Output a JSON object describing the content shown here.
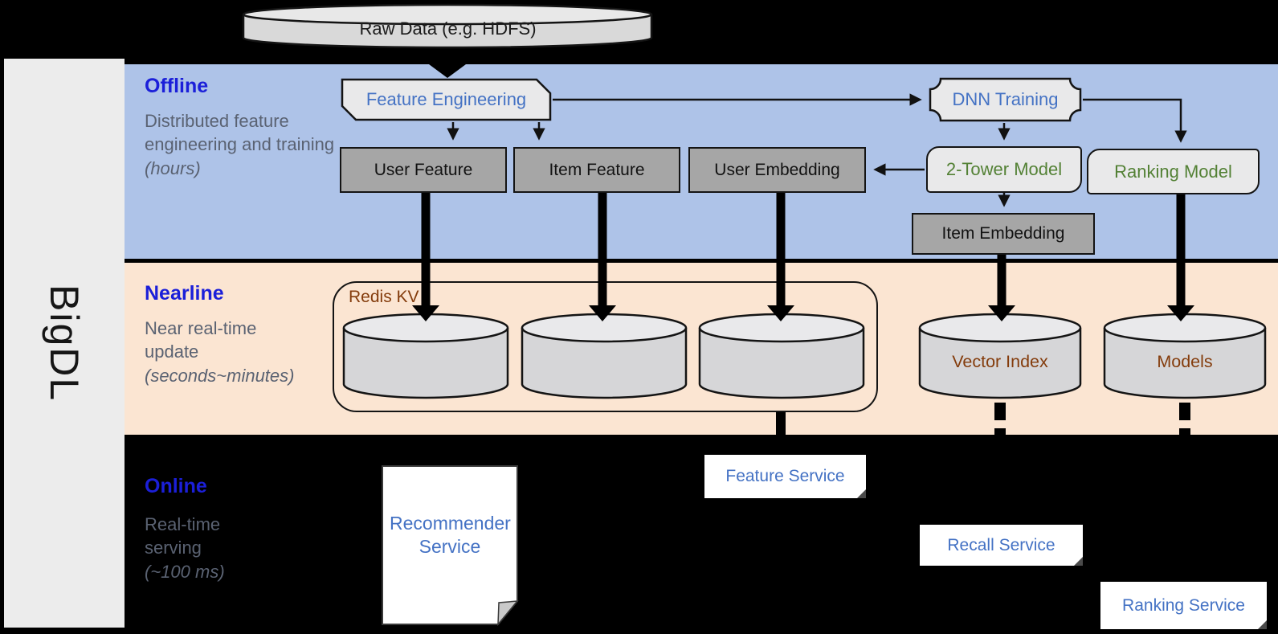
{
  "brand": "BigDL",
  "pipeline": {
    "raw_data": "Raw Data (e.g. HDFS)"
  },
  "sections": {
    "offline": {
      "title": "Offline",
      "desc": "Distributed feature engineering and training",
      "desc_italic": "(hours)"
    },
    "nearline": {
      "title": "Nearline",
      "desc": "Near real-time update",
      "desc_italic": "(seconds~minutes)"
    },
    "online": {
      "title": "Online",
      "desc": "Real-time serving",
      "desc_italic": "(~100 ms)"
    }
  },
  "nodes": {
    "feature_engineering": "Feature Engineering",
    "dnn_training": "DNN Training",
    "user_feature": "User Feature",
    "item_feature": "Item Feature",
    "user_embedding": "User Embedding",
    "two_tower_model": "2-Tower Model",
    "ranking_model": "Ranking Model",
    "item_embedding": "Item Embedding",
    "redis_kv": "Redis KV",
    "vector_index": "Vector Index",
    "models": "Models",
    "feature_service": "Feature Service",
    "recommender_service": "Recommender Service",
    "recall_service": "Recall Service",
    "ranking_service": "Ranking Service"
  },
  "colors": {
    "background": "#000000",
    "sidebar": "#ececec",
    "offline_band": "#aec3e8",
    "nearline_band": "#fbe5d2",
    "section_title": "#1b1fd9",
    "section_desc": "#5a6272",
    "service_text": "#4472c4",
    "model_text": "#538135",
    "storage_text": "#843c0c",
    "box_gray": "#a6a6a6",
    "shape_light": "#e9e9ea"
  }
}
